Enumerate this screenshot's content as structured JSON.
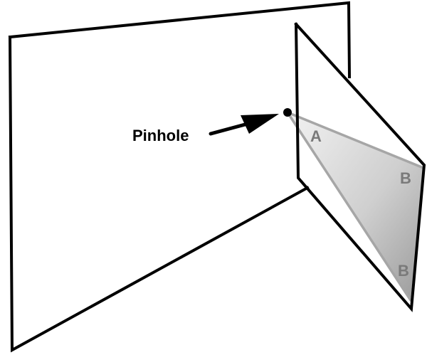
{
  "labels": {
    "pinhole": "Pinhole",
    "region_a": "A",
    "region_b_top": "B",
    "region_b_bottom": "B"
  },
  "colors": {
    "outline": "#000000",
    "cone_edge": "#a6a6a6",
    "cone_fill_light": "#f0f0f0",
    "cone_fill_dark": "#999999",
    "region_label": "#7a7a7a"
  }
}
